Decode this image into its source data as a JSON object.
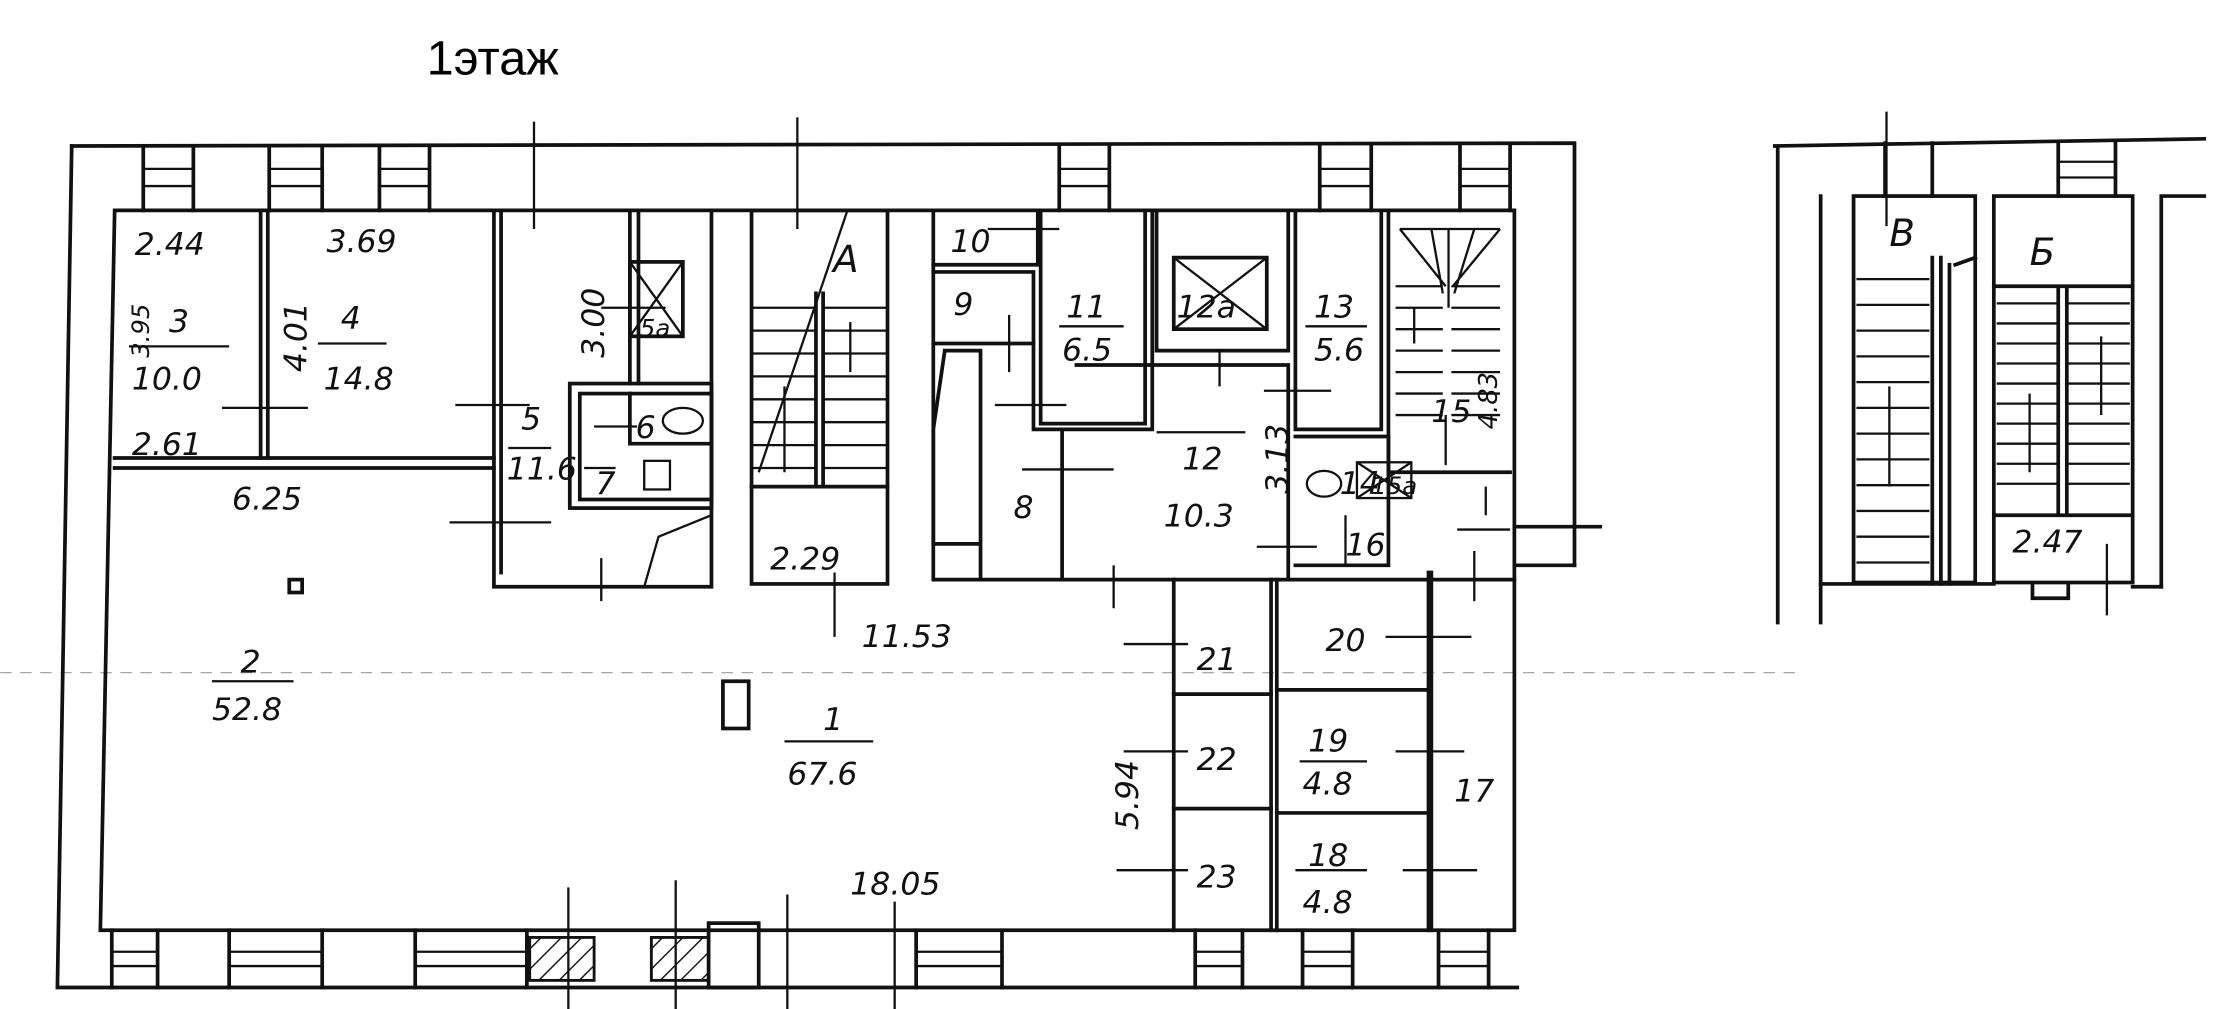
{
  "title": "1этаж",
  "colors": {
    "ink": "#111111",
    "paper": "#ffffff"
  },
  "rooms": {
    "r1": {
      "number": "1",
      "area": "67.6"
    },
    "r2": {
      "number": "2",
      "area": "52.8"
    },
    "r3": {
      "number": "3",
      "area": "10.0"
    },
    "r4": {
      "number": "4",
      "area": "14.8"
    },
    "r5": {
      "number": "5",
      "area": "11.6"
    },
    "r5a": {
      "number": "5а"
    },
    "r6": {
      "number": "6"
    },
    "r7": {
      "number": "7"
    },
    "r8": {
      "number": "8"
    },
    "r9": {
      "number": "9"
    },
    "r10": {
      "number": "10"
    },
    "r11": {
      "number": "11",
      "area": "6.5"
    },
    "r12": {
      "number": "12",
      "area": "10.3"
    },
    "r12a": {
      "number": "12а"
    },
    "r13": {
      "number": "13",
      "area": "5.6"
    },
    "r14": {
      "number": "14"
    },
    "r15": {
      "number": "15"
    },
    "r15a": {
      "number": "15а"
    },
    "r16": {
      "number": "16"
    },
    "r17": {
      "number": "17"
    },
    "r18": {
      "number": "18",
      "area": "4.8"
    },
    "r19": {
      "number": "19",
      "area": "4.8"
    },
    "r20": {
      "number": "20"
    },
    "r21": {
      "number": "21"
    },
    "r22": {
      "number": "22"
    },
    "r23": {
      "number": "23"
    }
  },
  "stairs": {
    "a": "А",
    "v": "В",
    "b": "Б"
  },
  "dimensions": {
    "d244": "2.44",
    "d395": "3.95",
    "d261": "2.61",
    "d369": "3.69",
    "d401": "4.01",
    "d300": "3.00",
    "d625": "6.25",
    "d229": "2.29",
    "d313": "3.13",
    "d483": "4.83",
    "d1153": "11.53",
    "d1805": "18.05",
    "d594": "5.94",
    "d247": "2.47"
  }
}
